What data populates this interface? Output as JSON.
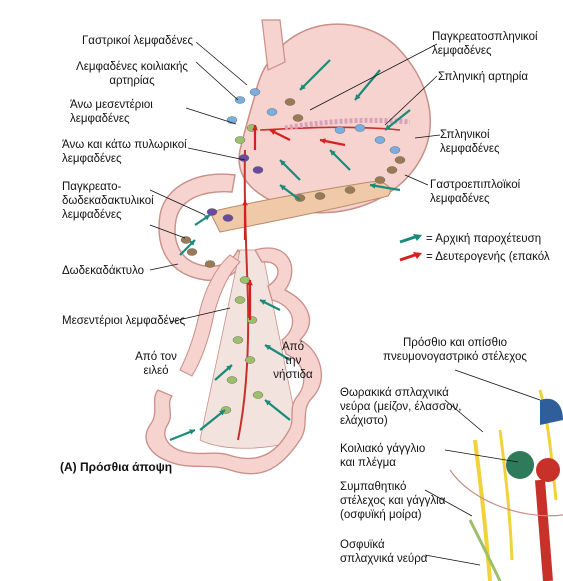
{
  "labels": {
    "gastric_nodes": "Γαστρικοί λεμφαδένες",
    "celiac_nodes_1": "Λεμφαδένες κοιλιακής",
    "celiac_nodes_2": "αρτηρίας",
    "sup_mesenteric_1": "Άνω μεσεντέριοι",
    "sup_mesenteric_2": "λεμφαδένες",
    "pyloric_1": "Άνω και κάτω πυλωρικοί",
    "pyloric_2": "λεμφαδένες",
    "pancreatoduod_1": "Παγκρεατο-",
    "pancreatoduod_2": "δωδεκαδακτυλικοί",
    "pancreatoduod_3": "λεμφαδένες",
    "duodenum": "Δωδεκαδάκτυλο",
    "mesenteric_nodes": "Μεσεντέριοι λεμφαδένες",
    "from_ileum_1": "Από τον",
    "from_ileum_2": "ειλεό",
    "from_jejunum_1": "Από",
    "from_jejunum_2": "την",
    "from_jejunum_3": "νήστιδα",
    "pancreatosplenic_1": "Παγκρεατοσπληνικοί",
    "pancreatosplenic_2": "λεμφαδένες",
    "splenic_artery": "Σπληνική αρτηρία",
    "splenic_nodes_1": "Σπληνικοί",
    "splenic_nodes_2": "λεμφαδένες",
    "gastroepiploic_1": "Γαστροεπιπλοϊκοί",
    "gastroepiploic_2": "λεμφαδένες",
    "vagal_1": "Πρόσθιο και οπίσθιο",
    "vagal_2": "πνευμονογαστρικό στέλεχος",
    "thoracic_1": "Θωρακικά σπλαχνικά",
    "thoracic_2": "νεύρα (μείζον, έλασσον,",
    "thoracic_3": "ελάχιστο)",
    "celiac_ganglion_1": "Κοιλιακό γάγγλιο",
    "celiac_ganglion_2": "και πλέγμα",
    "sympathetic_1": "Συμπαθητικό",
    "sympathetic_2": "στέλεχος και γάγγλια",
    "sympathetic_3": "(οσφυϊκή μοίρα)",
    "lumbar_1": "Οσφυϊκά",
    "lumbar_2": "σπλαχνικά νεύρα"
  },
  "legend": {
    "primary": "= Αρχική παροχέτευση",
    "secondary": "= Δευτερογενής (επακόλ",
    "primary_color": "#1a8a7a",
    "secondary_color": "#d42020"
  },
  "caption": "(A) Πρόσθια άποψη",
  "colors": {
    "organ_fill": "#f6d3cf",
    "organ_stroke": "#c98f88",
    "node_blue": "#7aaee0",
    "node_brown": "#9a7a55",
    "node_green": "#9bbf6a",
    "vessel_red": "#c8302a",
    "nerve_yellow": "#f1d23a",
    "purple_node": "#6a4aa0"
  }
}
